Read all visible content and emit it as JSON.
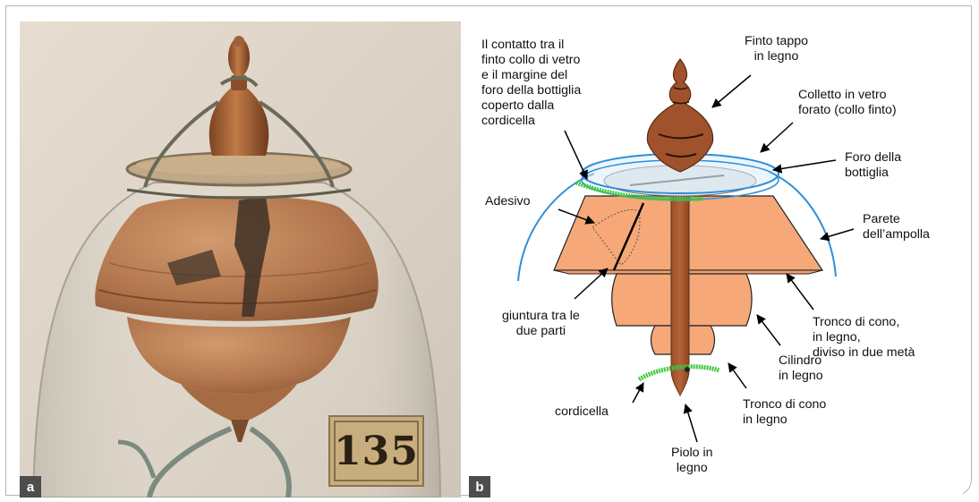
{
  "panels": [
    {
      "badge": "a",
      "tag_number": "135"
    },
    {
      "badge": "b",
      "labels": {
        "contact": "Il contatto tra il\nfinto collo di vetro\ne il margine del\nforo della bottiglia\ncoperto dalla\ncordicella",
        "fake_cap": "Finto tappo\nin legno",
        "collar": "Colletto in vetro\nforato (collo finto)",
        "bottle_hole": "Foro della\nbottiglia",
        "adhesive": "Adesivo",
        "flask_wall": "Parete\ndell’ampolla",
        "joint": "giuntura tra le\ndue parti",
        "frustum_split": "Tronco di cono,\nin legno,\ndiviso in due metà",
        "cylinder": "Cilindro\nin legno",
        "cord": "cordicella",
        "frustum": "Tronco di cono\nin legno",
        "peg": "Piolo in\nlegno"
      }
    }
  ],
  "colors": {
    "wood_dark": "#a0522d",
    "wood_light": "#f6a878",
    "glass_blue": "#2f8fd8",
    "cord_green": "#3cc83c",
    "badge_bg": "#4d4d4d"
  }
}
